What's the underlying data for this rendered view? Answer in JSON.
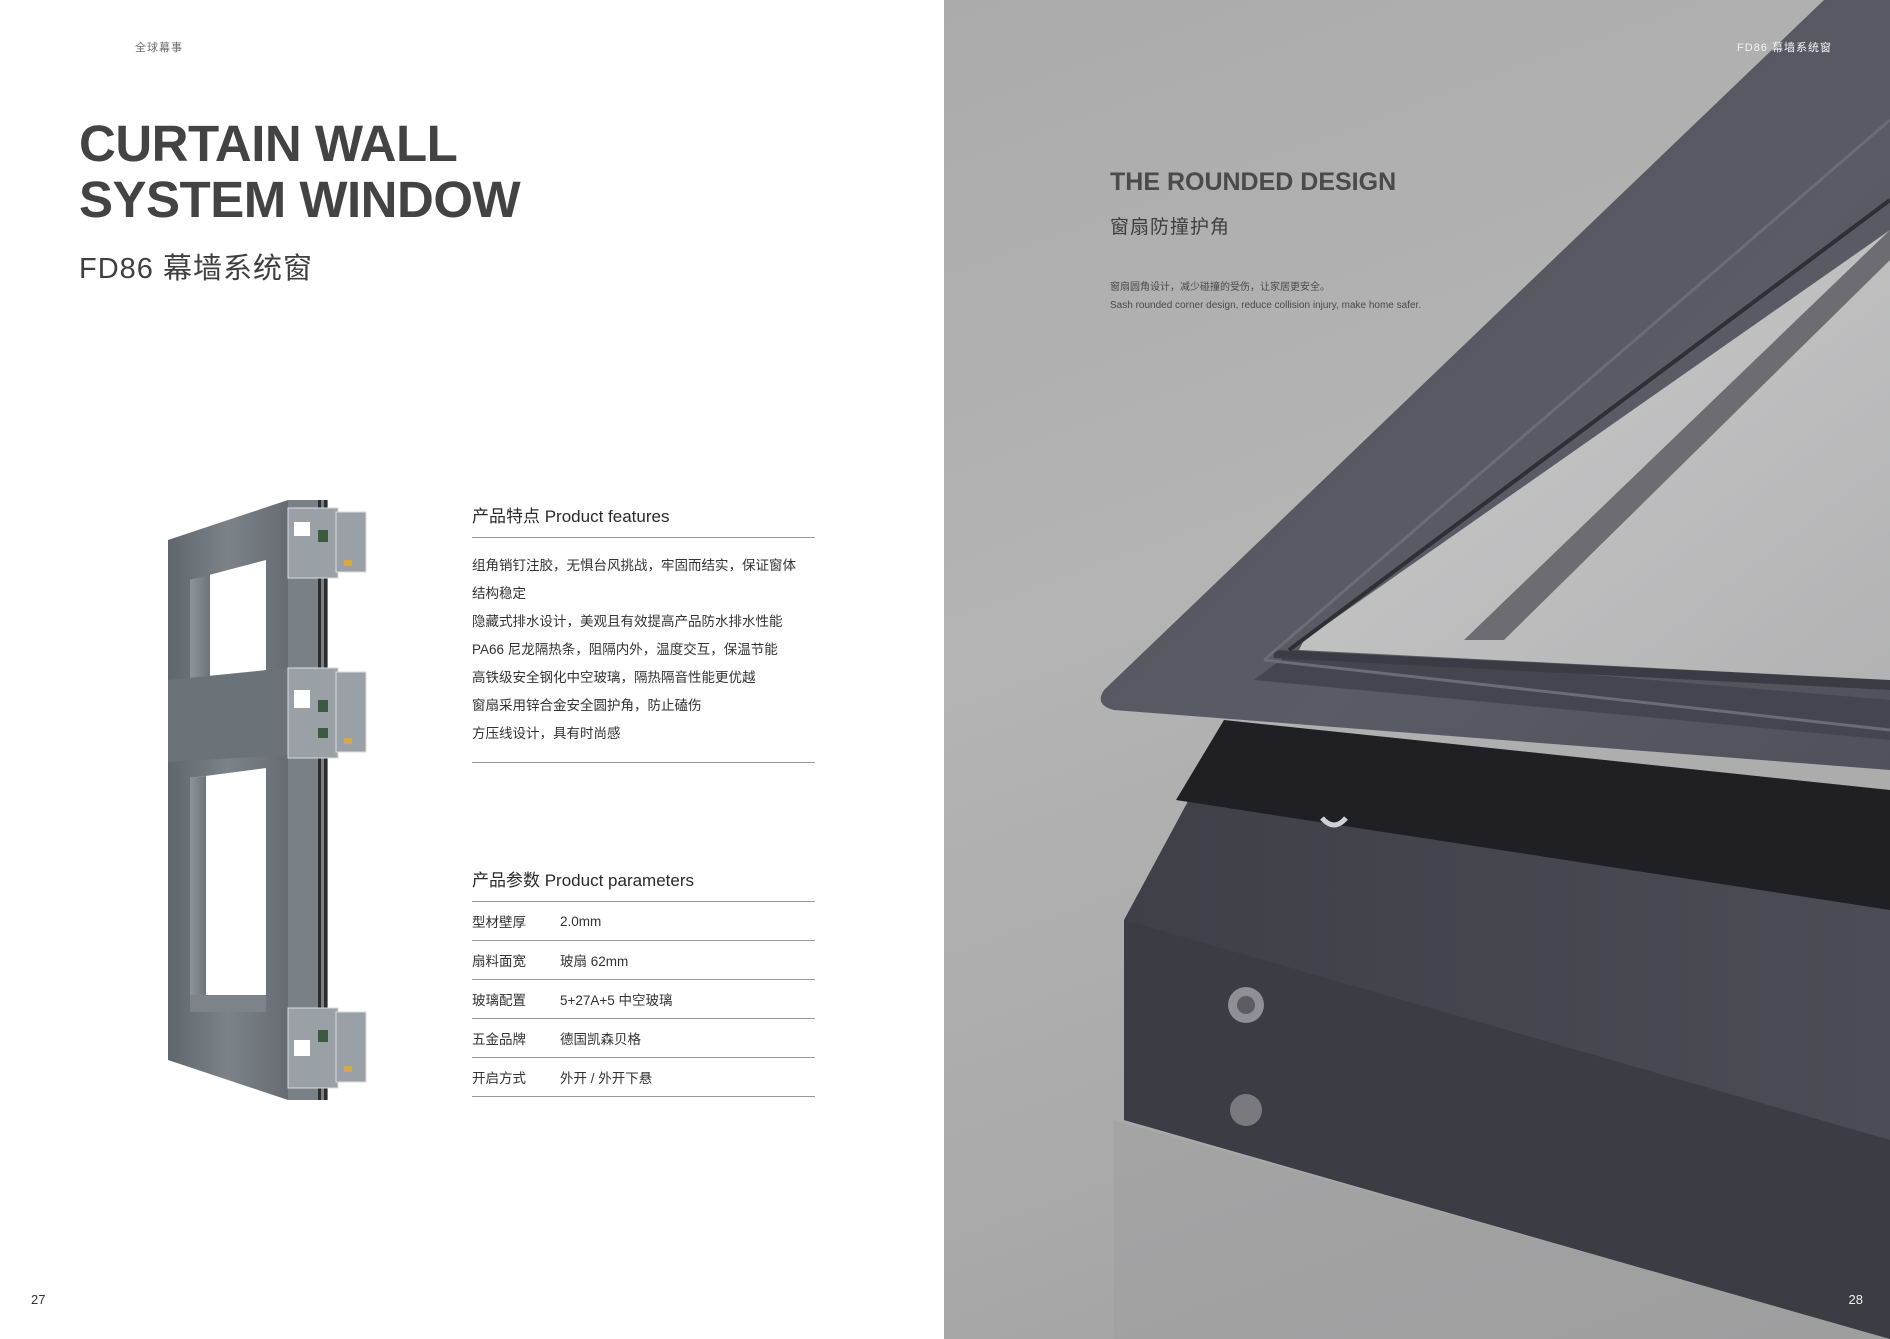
{
  "left_page": {
    "running_head": "全球幕事",
    "title_line1": "CURTAIN WALL",
    "title_line2": "SYSTEM WINDOW",
    "subtitle": "FD86 幕墙系统窗",
    "features": {
      "heading": "产品特点 Product features",
      "items": [
        "组角销钉注胶，无惧台风挑战，牢固而结实，保证窗体",
        "结构稳定",
        "隐藏式排水设计，美观且有效提高产品防水排水性能",
        "PA66 尼龙隔热条，阻隔内外，温度交互，保温节能",
        "高铁级安全钢化中空玻璃，隔热隔音性能更优越",
        "窗扇采用锌合金安全圆护角，防止磕伤",
        "方压线设计，具有时尚感"
      ]
    },
    "parameters": {
      "heading": "产品参数 Product parameters",
      "rows": [
        {
          "label": "型材壁厚",
          "value": "2.0mm"
        },
        {
          "label": "扇料面宽",
          "value": "玻扇 62mm"
        },
        {
          "label": "玻璃配置",
          "value": "5+27A+5 中空玻璃"
        },
        {
          "label": "五金品牌",
          "value": "德国凯森贝格"
        },
        {
          "label": "开启方式",
          "value": "外开 / 外开下悬"
        }
      ]
    },
    "page_number": "27"
  },
  "right_page": {
    "running_head": "FD86 幕墙系统窗",
    "title": "THE ROUNDED DESIGN",
    "subtitle": "窗扇防撞护角",
    "description_cn": "窗扇圆角设计，减少碰撞的受伤，让家居更安全。",
    "description_en": "Sash rounded corner design, reduce collision injury, make home safer.",
    "page_number": "28"
  },
  "colors": {
    "frame_dark": "#545560",
    "profile_grey": "#6e757b",
    "right_background": "#aeaeae",
    "rule_line": "#9a9a9a"
  }
}
